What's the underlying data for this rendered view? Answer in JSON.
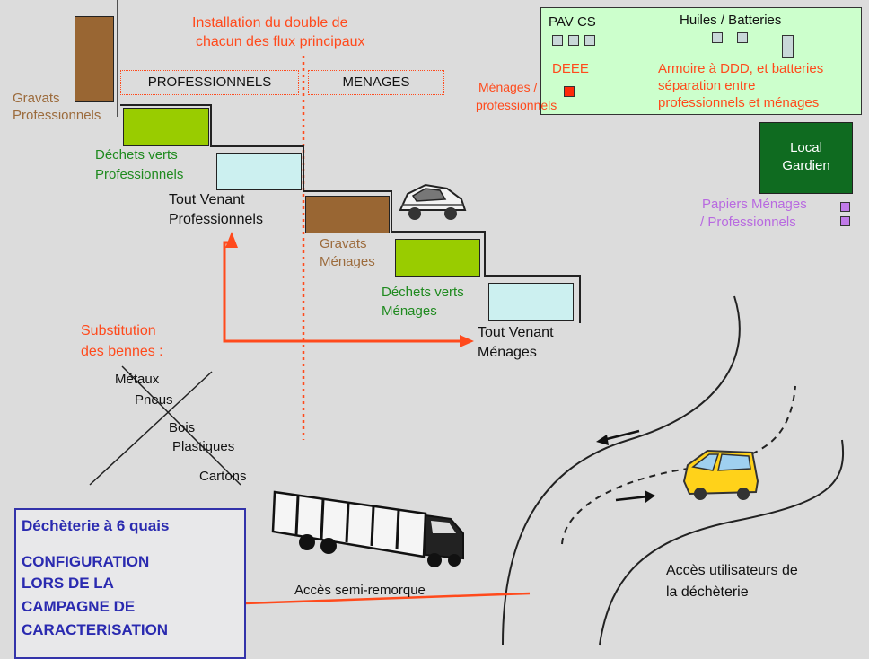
{
  "title": [
    "Installation du double de",
    "chacun des flux principaux"
  ],
  "sections": {
    "professionnels": "PROFESSIONNELS",
    "menages": "MENAGES"
  },
  "bins": {
    "gravats_pro": [
      "Gravats",
      "Professionnels"
    ],
    "dechets_verts_pro": [
      "Déchets verts",
      "Professionnels"
    ],
    "tout_venant_pro": [
      "Tout Venant",
      "Professionnels"
    ],
    "gravats_men": [
      "Gravats",
      "Ménages"
    ],
    "dechets_verts_men": [
      "Déchets verts",
      "Ménages"
    ],
    "tout_venant_men": [
      "Tout Venant",
      "Ménages"
    ]
  },
  "substitution": {
    "label": [
      "Substitution",
      "des bennes :"
    ],
    "items": [
      "Métaux",
      "Pneus",
      "Bois",
      "Plastiques",
      "Cartons"
    ]
  },
  "panel": {
    "pav_cs": "PAV CS",
    "huiles": "Huiles / Batteries",
    "deee": "DEEE",
    "menages_pro": [
      "Ménages /",
      "professionnels"
    ],
    "armoire": [
      "Armoire à DDD, et batteries",
      "séparation entre",
      "professionnels et ménages"
    ]
  },
  "local": [
    "Local",
    "Gardien"
  ],
  "papiers": [
    "Papiers Ménages",
    "/ Professionnels"
  ],
  "config": {
    "line1": "Déchèterie à 6 quais",
    "lines": [
      "CONFIGURATION",
      "LORS DE LA",
      "CAMPAGNE DE",
      "CARACTERISATION"
    ]
  },
  "acces_semi": "Accès semi-remorque",
  "acces_users": [
    "Accès utilisateurs de",
    "la déchèterie"
  ],
  "colors": {
    "orange": "#ff4a1c",
    "brown": "#996633",
    "lime": "#99cc00",
    "lightblue": "#ccf0f0",
    "dark_green": "#0f6b20",
    "violet": "#b86ae0",
    "navy": "#3333aa"
  },
  "icons": [
    "car-icon",
    "truck-icon",
    "van-icon"
  ]
}
